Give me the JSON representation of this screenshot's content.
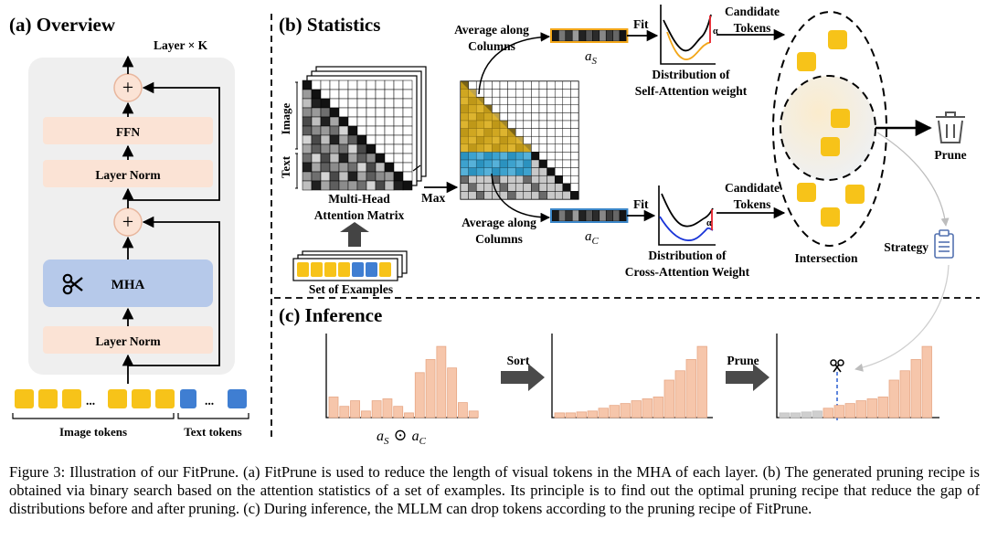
{
  "overview": {
    "title": "(a) Overview",
    "layer_label": "Layer × K",
    "ffn": "FFN",
    "layer_norm_top": "Layer Norm",
    "mha": "MHA",
    "layer_norm_bottom": "Layer Norm",
    "plus": "+",
    "ellipsis": "...",
    "image_tokens": "Image tokens",
    "text_tokens": "Text tokens"
  },
  "statistics": {
    "title": "(b) Statistics",
    "axis_image": "Image",
    "axis_text": "Text",
    "matrix_label_1": "Multi-Head",
    "matrix_label_2": "Attention Matrix",
    "max": "Max",
    "examples": "Set of Examples",
    "avg_top_1": "Average along",
    "avg_top_2": "Columns",
    "avg_bot_1": "Average along",
    "avg_bot_2": "Columns",
    "fit_top": "Fit",
    "fit_bot": "Fit",
    "as": "a",
    "as_sub": "S",
    "ac": "a",
    "ac_sub": "C",
    "dist_self_1": "Distribution of",
    "dist_self_2": "Self-Attention weight",
    "dist_cross_1": "Distribution of",
    "dist_cross_2": "Cross-Attention Weight",
    "alpha": "α",
    "cand_top_1": "Candidate",
    "cand_top_2": "Tokens",
    "cand_bot_1": "Candidate",
    "cand_bot_2": "Tokens",
    "intersection": "Intersection",
    "prune": "Prune",
    "strategy": "Strategy"
  },
  "inference": {
    "title": "(c) Inference",
    "sort": "Sort",
    "prune": "Prune",
    "formula_a": "a",
    "formula_s": "S",
    "formula_c": "C",
    "odot": "⊙"
  },
  "bars": {
    "original": [
      0.22,
      0.12,
      0.18,
      0.07,
      0.18,
      0.2,
      0.12,
      0.05,
      0.48,
      0.62,
      0.76,
      0.53,
      0.16,
      0.07
    ],
    "sorted": [
      0.05,
      0.05,
      0.06,
      0.07,
      0.1,
      0.13,
      0.15,
      0.18,
      0.2,
      0.22,
      0.4,
      0.5,
      0.62,
      0.76
    ],
    "pruned_count": 4
  },
  "colors": {
    "token_yellow": "#f7c319",
    "token_blue": "#3f7ed2",
    "bar_fill": "#f6c6ab",
    "bar_stroke": "#e7a785",
    "pruned_bar": "#cfcfcf",
    "box_fill": "#fbe3d5",
    "mha_fill": "#b6c9ea",
    "panel_bg": "#efefef",
    "ellipse_bg": "#f5e3b6"
  },
  "icons": [
    "plus-icon",
    "scissors-icon",
    "up-arrow-icon",
    "trash-icon",
    "clipboard-icon"
  ],
  "caption": "Figure 3: Illustration of our FitPrune. (a) FitPrune is used to reduce the length of visual tokens in the MHA of each layer. (b) The generated pruning recipe is obtained via binary search based on the attention statistics of a set of examples. Its principle is to find out the optimal pruning recipe that reduce the gap of distributions before and after pruning. (c) During inference, the MLLM can drop tokens according to the pruning recipe of FitPrune."
}
